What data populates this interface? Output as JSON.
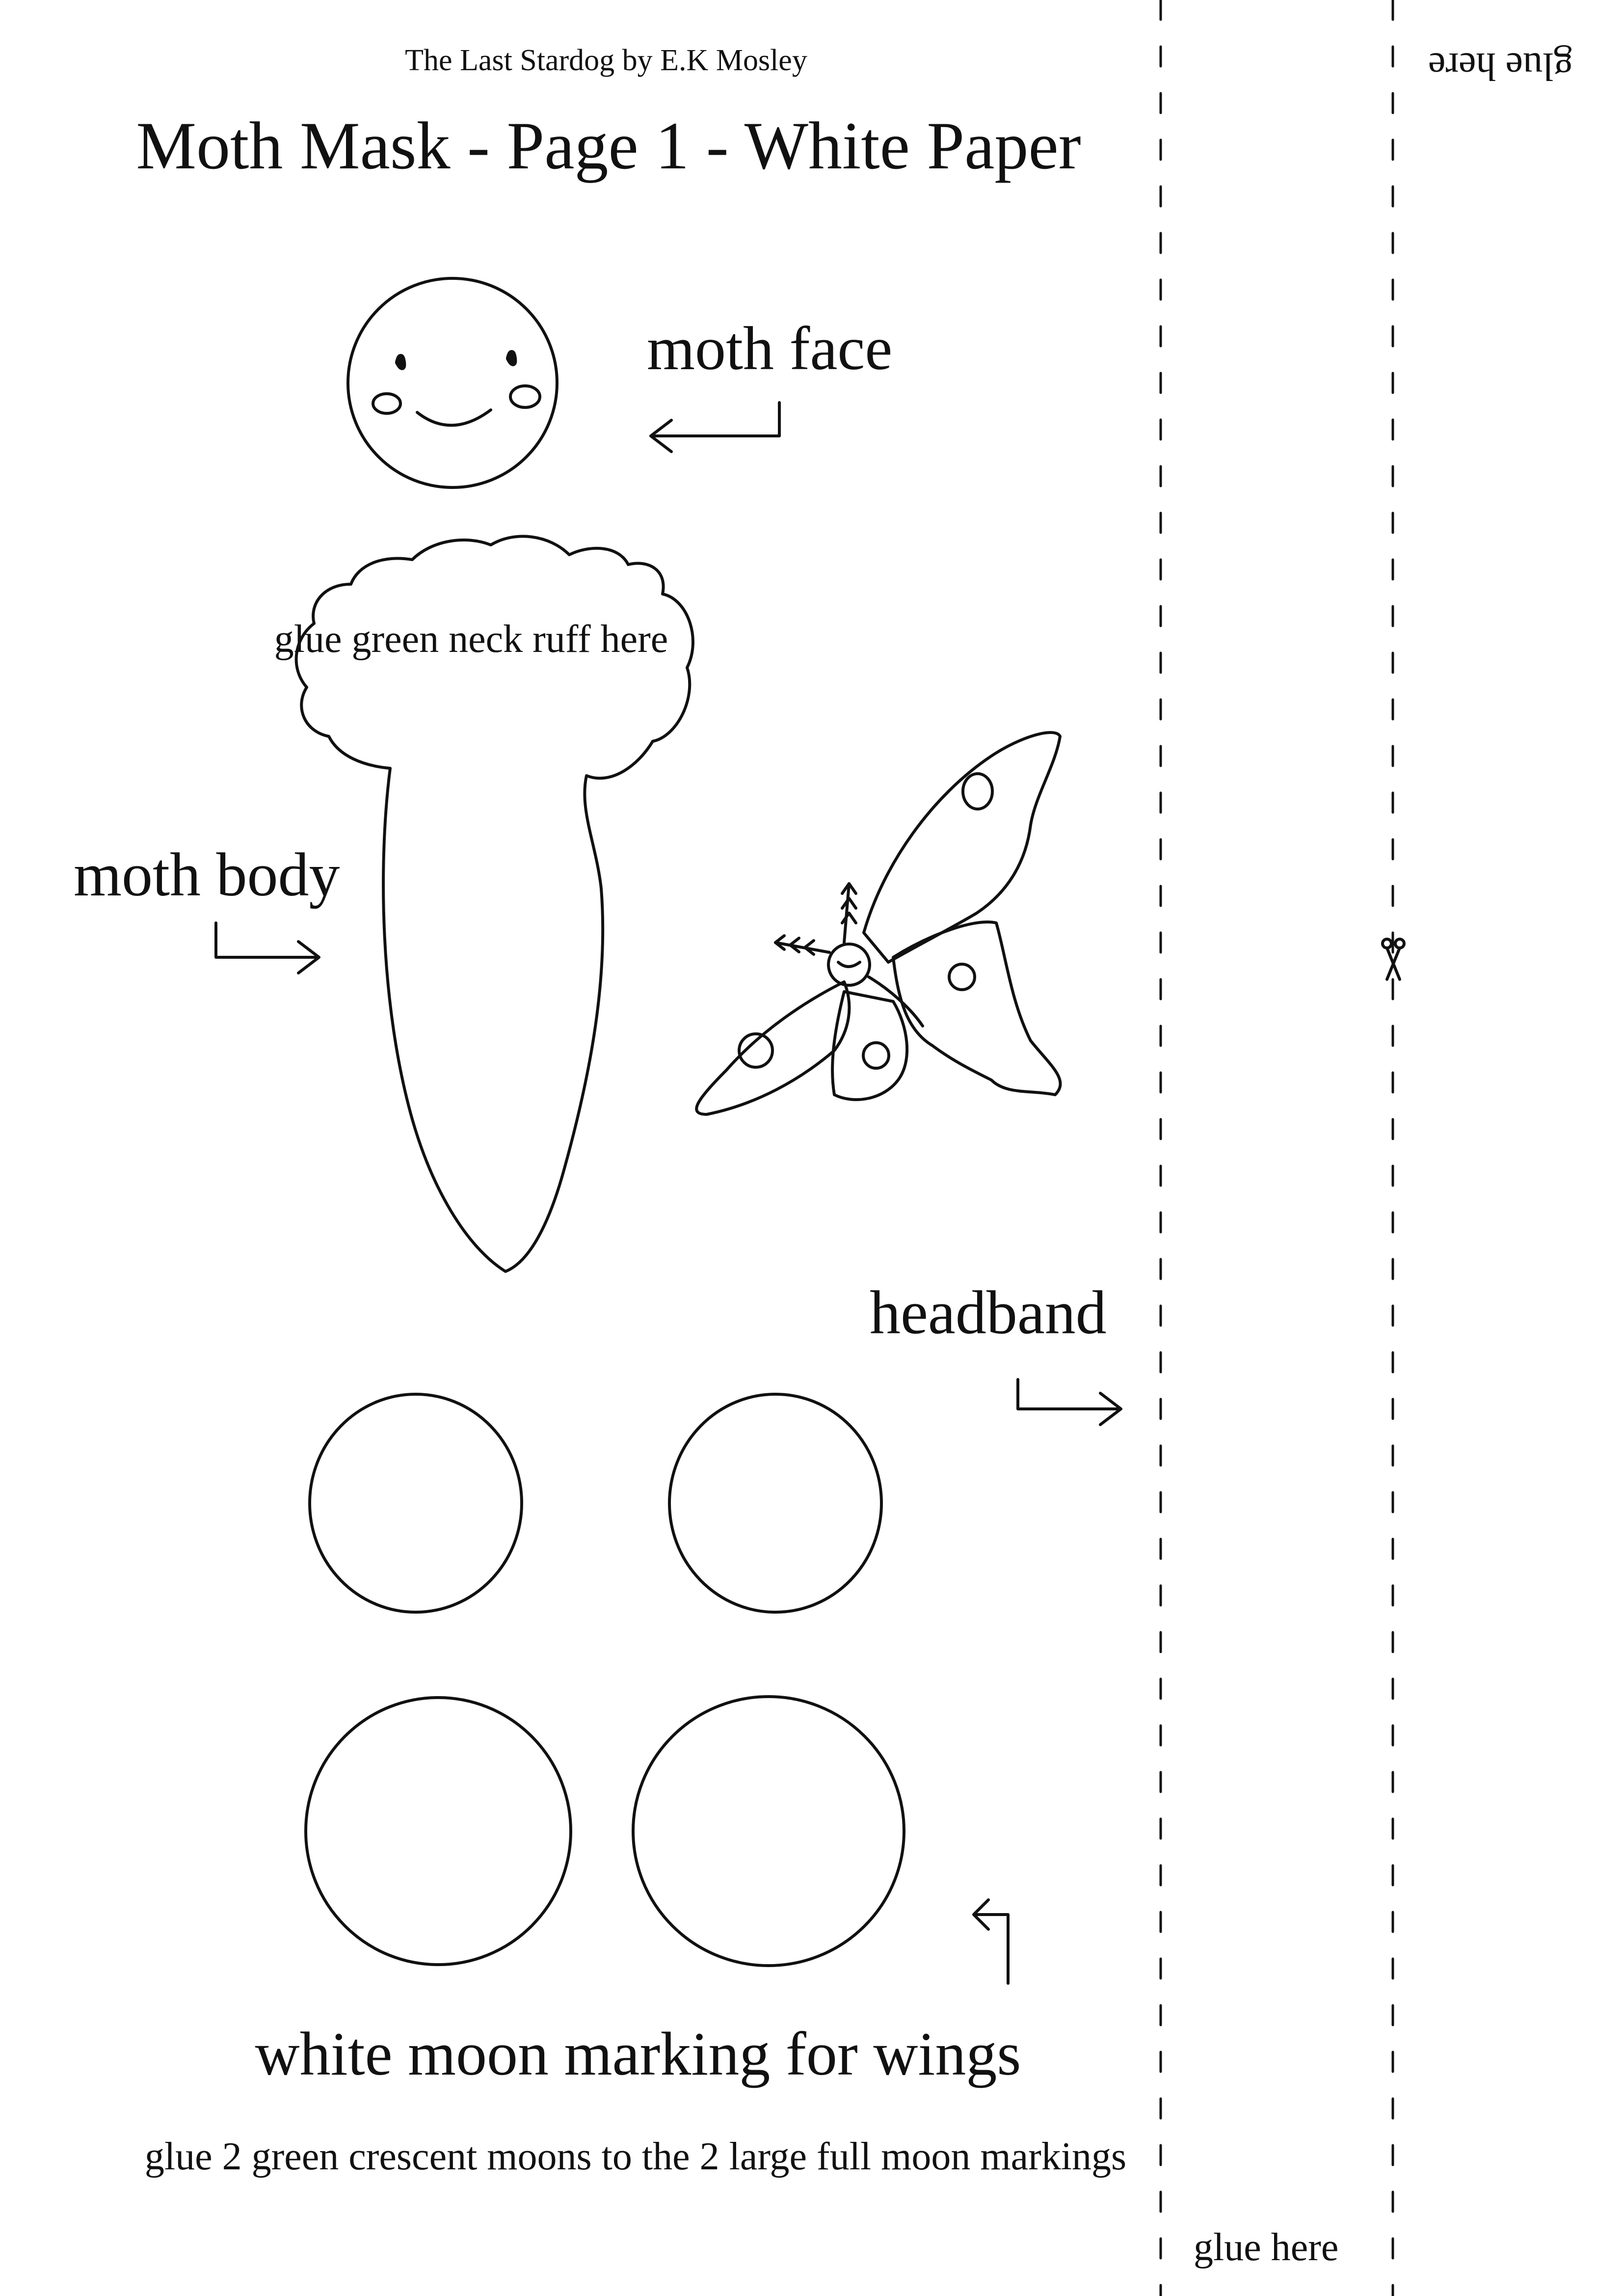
{
  "header": {
    "credit": "The Last Stardog by E.K Mosley",
    "title": "Moth Mask - Page 1 - White Paper"
  },
  "labels": {
    "moth_face": "moth face",
    "neck_ruff": "glue green neck ruff here",
    "moth_body": "moth body",
    "headband": "headband",
    "moon_markings": "white moon marking for wings",
    "moon_instructions": "glue 2 green crescent moons to the 2 large full moon markings",
    "glue_here_top": "glue here",
    "glue_here_bottom": "glue here"
  }
}
